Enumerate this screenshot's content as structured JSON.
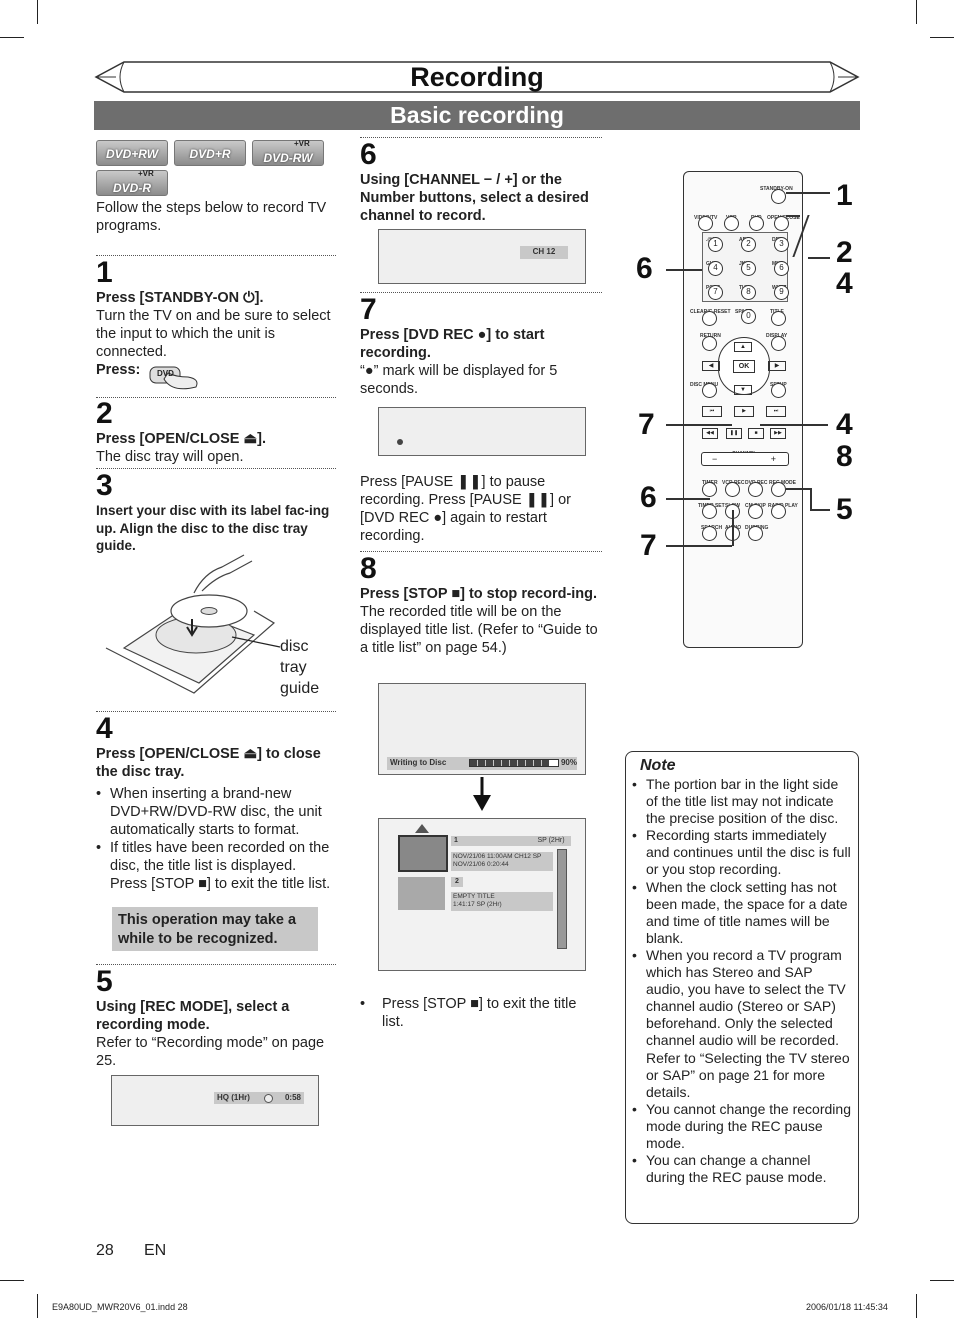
{
  "header": {
    "title": "Recording",
    "subtitle": "Basic recording"
  },
  "badges": [
    "DVD+RW",
    "DVD+R",
    "DVD-RW",
    "DVD-R"
  ],
  "badge_marks": [
    "+VR",
    "+VR"
  ],
  "intro": "Follow the steps below to record TV programs.",
  "steps": {
    "s1": {
      "num": "1",
      "head": "Press [STANDBY-ON ⏻].",
      "body": "Turn the TV on and be sure to select the input to which the unit is connected.",
      "press": "Press:",
      "press_btn": "DVD"
    },
    "s2": {
      "num": "2",
      "head": "Press [OPEN/CLOSE ⏏].",
      "body": "The disc tray will open."
    },
    "s3": {
      "num": "3",
      "head": "Insert your disc with its label fac-ing up. Align the disc to the disc tray guide.",
      "callout": "disc tray guide"
    },
    "s4": {
      "num": "4",
      "head": "Press [OPEN/CLOSE ⏏] to close the disc tray.",
      "bullets": [
        "When inserting a brand-new DVD+RW/DVD-RW disc, the unit automatically starts to format.",
        "If titles have been recorded on the disc, the title list is displayed. Press [STOP ■] to exit the title list."
      ],
      "highlight": "This operation may take a while to be recognized."
    },
    "s5": {
      "num": "5",
      "head": "Using [REC MODE], select a recording mode.",
      "body": "Refer to “Recording mode” on page 25.",
      "osd_mode": "HQ (1Hr)",
      "osd_time": "0:58"
    },
    "s6": {
      "num": "6",
      "head": "Using [CHANNEL − / +] or the Number buttons, select a desired channel to record.",
      "osd": "CH  12"
    },
    "s7": {
      "num": "7",
      "head": "Press [DVD REC ●] to start recording.",
      "body": "“●” mark will be displayed for 5 seconds.",
      "pause_text": "Press [PAUSE ❚❚] to pause recording. Press [PAUSE ❚❚] or [DVD REC ●] again to restart recording."
    },
    "s8": {
      "num": "8",
      "head": "Press [STOP ■] to stop record-ing.",
      "body": "The recorded title will be on the displayed title list. (Refer to “Guide to a title list” on page 54.)",
      "progress_label": "Writing to Disc",
      "progress_value": 90,
      "progress_text": "90%"
    }
  },
  "title_list": {
    "item1_num": "1",
    "item1_mode": "SP (2Hr)",
    "item1_line1": "NOV/21/06  11:00AM CH12  SP",
    "item1_line2": "NOV/21/06    0:20:44",
    "item2_num": "2",
    "item2_line1": "EMPTY TITLE",
    "item2_line2": "1:41:17   SP (2Hr)"
  },
  "exit_bullet": "Press [STOP ■] to exit the title list.",
  "note": {
    "title": "Note",
    "items": [
      "The portion bar in the light side of the title list may not indicate the precise position of the disc.",
      "Recording starts immediately and continues until the disc is full or you stop recording.",
      "When the clock setting has not been made, the space for a date and time of title names will be blank.",
      "When you record a TV program which has Stereo and SAP audio, you have to select the TV channel audio (Stereo or SAP) beforehand. Only the selected channel audio will be recorded. Refer to “Selecting the TV stereo or SAP” on page 21 for more details.",
      "You cannot change the recording mode during the REC pause mode.",
      "You can change a channel during the REC pause mode."
    ]
  },
  "remote": {
    "standby": "STANDBY-ON",
    "row1": [
      "VIDEO/TV",
      "VCR",
      "DVD",
      "OPEN/CLOSE"
    ],
    "digits": [
      "1",
      "2",
      "3",
      "4",
      "5",
      "6",
      "7",
      "8",
      "9",
      "0"
    ],
    "letters": [
      ".@/:",
      "ABC",
      "DEF",
      "GHI",
      "JKL",
      "MNO",
      "PQRS",
      "TUV",
      "WXYZ"
    ],
    "row_clear": [
      "CLEAR/C-RESET",
      "SPACE",
      "TITLE"
    ],
    "row_return": [
      "RETURN",
      "DISPLAY"
    ],
    "ok": "OK",
    "row_menu": [
      "DISC MENU",
      "SETUP"
    ],
    "channel": "CHANNEL",
    "ch_minus": "−",
    "ch_plus": "+",
    "row_timer": [
      "TIMER",
      "VCR REC",
      "DVD REC",
      "REC MODE"
    ],
    "row_timerset": [
      "TIMER SET",
      "SLOW",
      "CM SKIP",
      "RAPID PLAY"
    ],
    "row_search": [
      "SEARCH",
      "AUDIO",
      "DUBBING"
    ],
    "callouts": [
      "1",
      "2",
      "4",
      "6",
      "7",
      "4",
      "8",
      "6",
      "5",
      "7"
    ]
  },
  "footer": {
    "page": "28",
    "lang": "EN",
    "file": "E9A80UD_MWR20V6_01.indd   28",
    "date": "2006/01/18   11:45:34"
  }
}
